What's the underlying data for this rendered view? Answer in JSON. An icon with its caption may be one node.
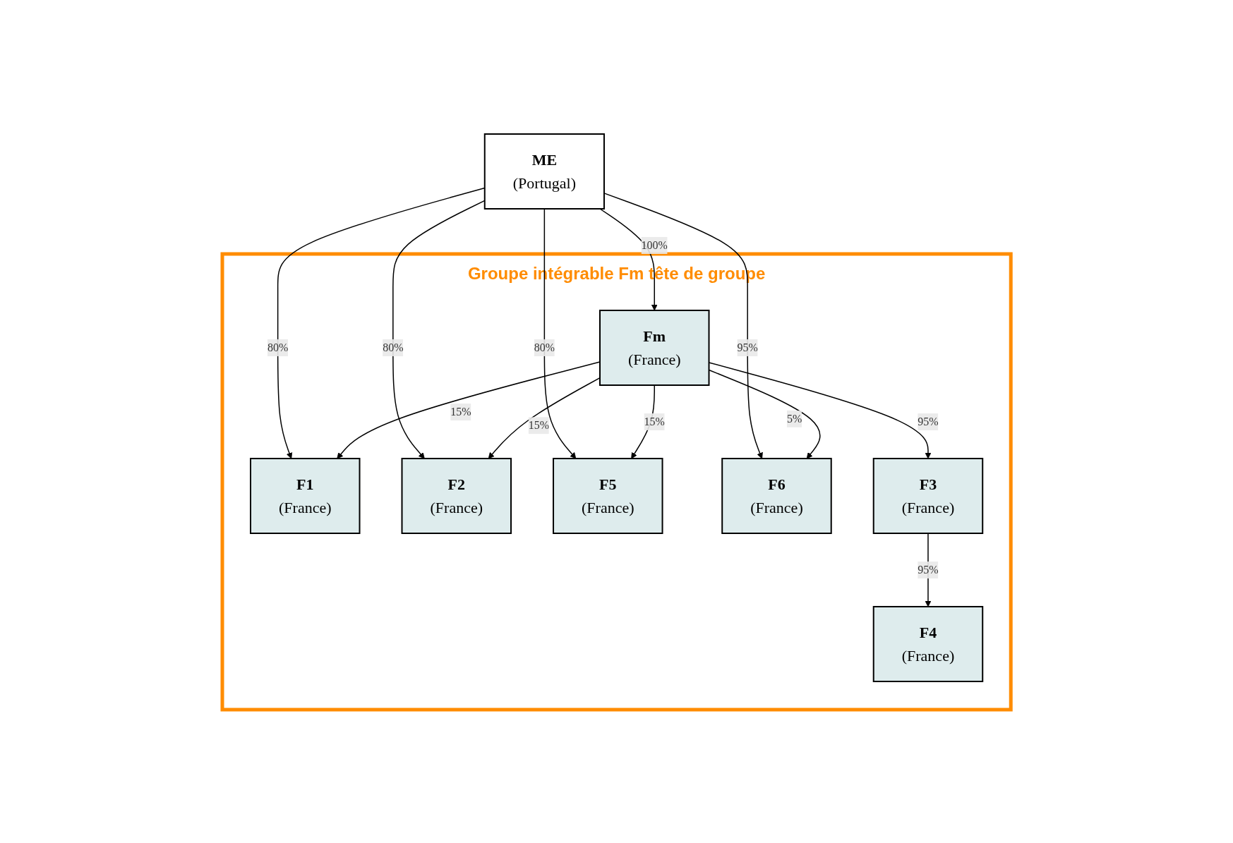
{
  "diagram": {
    "nodes": [
      {
        "text": [
          "ME",
          "(Portugal)"
        ]
      },
      {
        "text": [
          "Groupe intégrable Fm tête de groupe"
        ]
      },
      {
        "text": [
          "F1",
          "(France)"
        ],
        "in": 1
      },
      {
        "text": [
          "F2",
          "(France)"
        ],
        "in": 1
      },
      {
        "text": [
          "F5",
          "(France)"
        ],
        "in": 1
      },
      {
        "text": [
          "F6",
          "(France)"
        ],
        "in": 1
      },
      {
        "text": [
          "Fm",
          "(France)"
        ],
        "in": 1
      },
      {
        "text": [
          "F3",
          "(France)"
        ],
        "in": 1
      },
      {
        "text": [
          "F4",
          "(France)"
        ],
        "in": 1
      }
    ],
    "edges": [
      {
        "from": 0,
        "to": 6,
        "arrow": "to",
        "label": "100%"
      },
      {
        "from": 0,
        "to": 2,
        "arrow": "to",
        "label": "80%"
      },
      {
        "from": 0,
        "to": 3,
        "arrow": "to",
        "label": "80%"
      },
      {
        "from": 0,
        "to": 4,
        "arrow": "to",
        "label": "80%"
      },
      {
        "from": 0,
        "to": 5,
        "arrow": "to",
        "label": "95%"
      },
      {
        "from": 6,
        "to": 2,
        "arrow": "to",
        "label": "15%"
      },
      {
        "from": 6,
        "to": 3,
        "arrow": "to",
        "label": "15%"
      },
      {
        "from": 6,
        "to": 4,
        "arrow": "to",
        "label": "15%"
      },
      {
        "from": 6,
        "to": 5,
        "arrow": "to",
        "label": "5%"
      },
      {
        "from": 6,
        "to": 7,
        "arrow": "to",
        "label": "95%"
      },
      {
        "from": 7,
        "to": 8,
        "arrow": "to",
        "label": "95%"
      }
    ]
  }
}
